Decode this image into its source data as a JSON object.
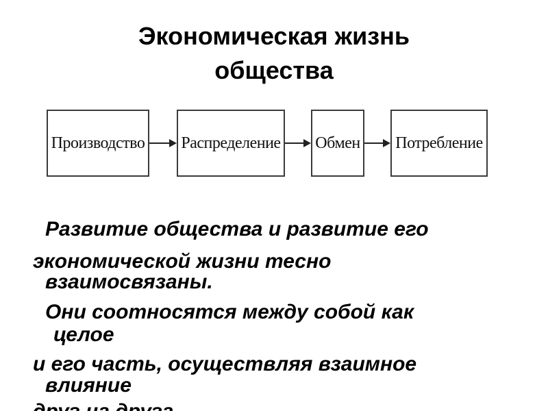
{
  "title": {
    "line1": "Экономическая жизнь",
    "line2": "общества"
  },
  "flow": {
    "steps": [
      "Производство",
      "Распределение",
      "Обмен",
      "Потребление"
    ]
  },
  "body": {
    "lines": [
      "Развитие общества и развитие его",
      "экономической жизни тесно",
      "взаимосвязаны.",
      "Они соотносятся между собой как",
      "целое",
      "и его часть, осуществляя взаимное",
      "влияние",
      "друг на друга."
    ]
  }
}
